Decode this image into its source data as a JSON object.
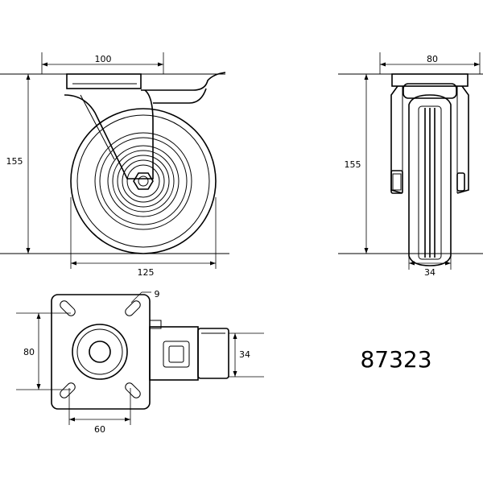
{
  "drawing": {
    "part_number": "87323",
    "side_view": {
      "top_plate_width": "100",
      "height": "155",
      "wheel_diameter": "125"
    },
    "front_view": {
      "top_plate_width": "80",
      "height": "155",
      "wheel_width": "34"
    },
    "plate_view": {
      "slot_width": "9",
      "hole_spacing_vertical": "80",
      "hole_spacing_horizontal": "60",
      "wheel_width": "34"
    }
  }
}
